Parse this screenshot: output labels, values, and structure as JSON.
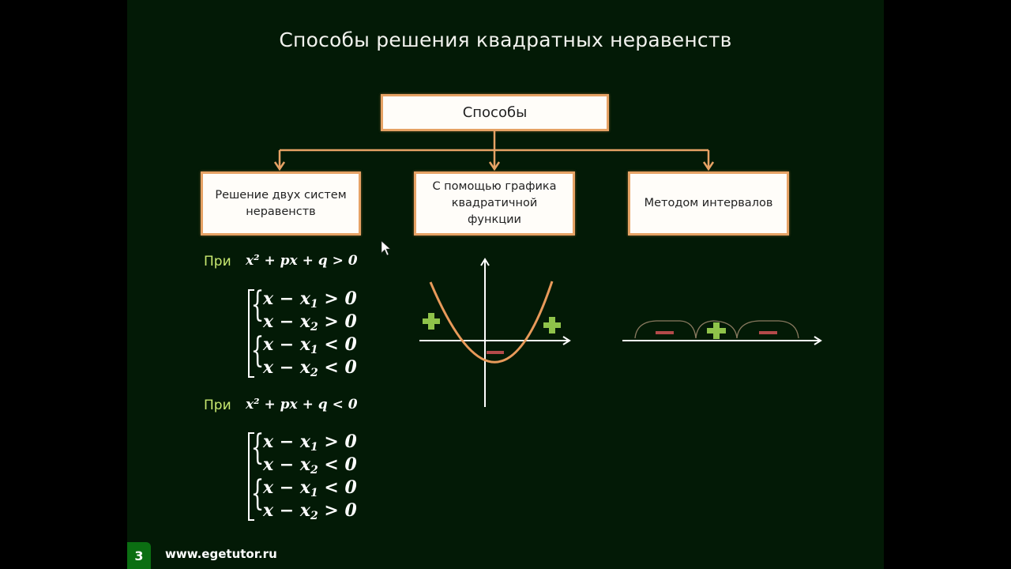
{
  "slide": {
    "title": "Способы решения квадратных неравенств",
    "page_number": "3",
    "website": "www.egetutor.ru",
    "colors": {
      "background": "#031a06",
      "box_border": "#e6a265",
      "box_fill": "#fffdf9",
      "connector": "#e6a265",
      "label_pri": "#c8e870",
      "plus": "#8fc34a",
      "minus": "#b34a4a",
      "parabola": "#e89a5a"
    }
  },
  "diagram": {
    "root": "Способы",
    "methods": [
      {
        "label": "Решение двух систем неравенств"
      },
      {
        "label": "С помощью графика квадратичной функции"
      },
      {
        "label": "Методом интервалов"
      }
    ]
  },
  "method1": {
    "case_gt": {
      "label": "При",
      "inequality": "x² + px + q > 0",
      "rows": [
        {
          "lhs": "x − x",
          "sub": "1",
          "rel": " > 0"
        },
        {
          "lhs": "x − x",
          "sub": "2",
          "rel": " > 0"
        },
        {
          "lhs": "x − x",
          "sub": "1",
          "rel": " < 0"
        },
        {
          "lhs": "x − x",
          "sub": "2",
          "rel": " < 0"
        }
      ]
    },
    "case_lt": {
      "label": "При",
      "inequality": "x² + px + q < 0",
      "rows": [
        {
          "lhs": "x − x",
          "sub": "1",
          "rel": " > 0"
        },
        {
          "lhs": "x − x",
          "sub": "2",
          "rel": " < 0"
        },
        {
          "lhs": "x − x",
          "sub": "1",
          "rel": " < 0"
        },
        {
          "lhs": "x − x",
          "sub": "2",
          "rel": " > 0"
        }
      ]
    }
  },
  "method2": {
    "graph": "parabola-upward",
    "signs": [
      "plus-icon",
      "minus-icon",
      "plus-icon"
    ]
  },
  "method3": {
    "interval_signs": [
      "minus-icon",
      "plus-icon",
      "minus-icon"
    ]
  }
}
